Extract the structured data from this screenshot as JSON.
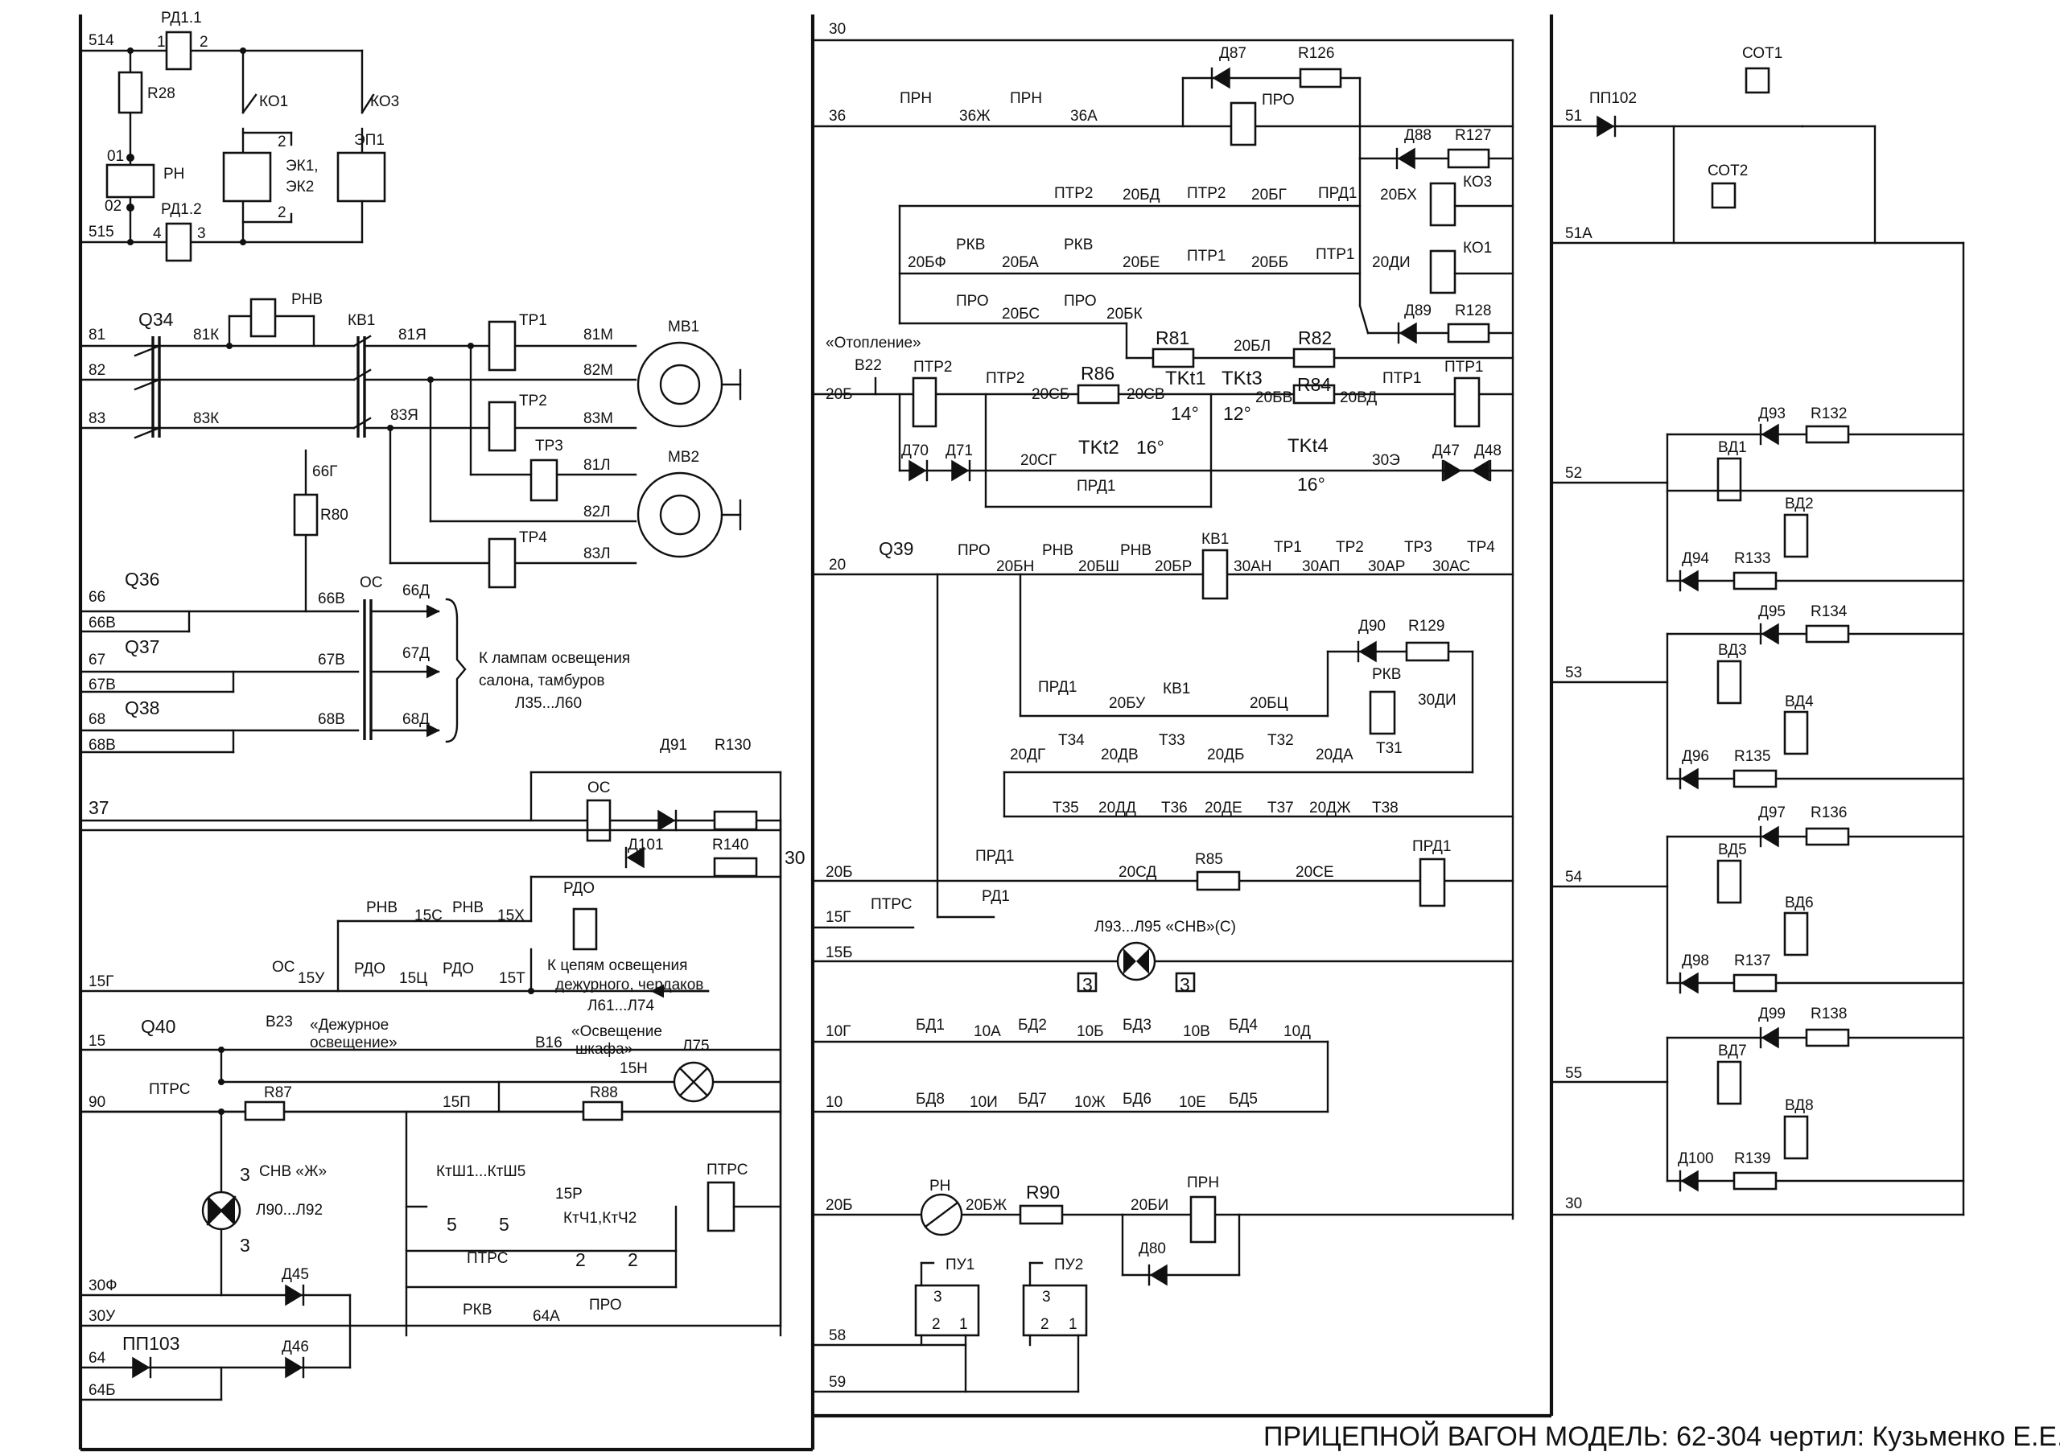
{
  "labels": {
    "n514": "514",
    "n515": "515",
    "rd11": "РД1.1",
    "rd12": "РД1.2",
    "p1": "1",
    "p2": "2",
    "p3": "3",
    "p4": "4",
    "r28": "R28",
    "rn": "РН",
    "p01": "01",
    "p02": "02",
    "ko1": "КО1",
    "ko3": "КО3",
    "ek": "ЭК1,",
    "ek2": "ЭК2",
    "ep1": "ЭП1",
    "pin2a": "2",
    "pin2b": "2",
    "n81": "81",
    "n82": "82",
    "n83": "83",
    "q34": "Q34",
    "n81k": "81К",
    "n83k": "83К",
    "rnv": "РНВ",
    "kv1": "КВ1",
    "n81ya": "81Я",
    "n83ya": "83Я",
    "tp1": "ТР1",
    "tp2": "ТР2",
    "tp3": "ТР3",
    "tp4": "ТР4",
    "n81m": "81М",
    "n82m": "82М",
    "n83m": "83М",
    "n81l": "81Л",
    "n82l": "82Л",
    "n83l": "83Л",
    "mv1": "МВ1",
    "mv2": "МВ2",
    "n66g": "66Г",
    "r80": "R80",
    "n66": "66",
    "n66v": "66В",
    "q36": "Q36",
    "n66v2": "66В",
    "os": "ОС",
    "n66d": "66Д",
    "n67": "67",
    "n67v": "67В",
    "q37": "Q37",
    "n67v2": "67В",
    "n67d": "67Д",
    "n68": "68",
    "n68v": "68В",
    "q38": "Q38",
    "n68v2": "68В",
    "n68d": "68Д",
    "lamps1": "К лампам освещения",
    "lamps2": "салона, тамбуров",
    "lamps3": "Л35...Л60",
    "n37": "37",
    "d91": "Д91",
    "r130": "R130",
    "os2": "ОС",
    "d101": "Д101",
    "r140": "R140",
    "n30": "30",
    "rnv1": "РНВ",
    "n15s": "15С",
    "rnv2": "РНВ",
    "n15x": "15Х",
    "rdo": "РДО",
    "n15g": "15Г",
    "os3": "ОС",
    "n15u": "15У",
    "rdo1": "РДО",
    "n15c": "15Ц",
    "rdo2": "РДО",
    "n15t": "15Т",
    "dej1": "К цепям освещения",
    "dej2": "дежурного, чердаков",
    "dej3": "Л61...Л74",
    "n15": "15",
    "q40": "Q40",
    "b23": "В23",
    "dejosv1": "«Дежурное",
    "dejosv2": "освещение»",
    "b16": "В16",
    "osvsh1": "«Освещение",
    "osvsh2": "шкафа»",
    "n15n": "15Н",
    "l75": "Л75",
    "n90": "90",
    "ptrs": "ПТРС",
    "r87": "R87",
    "n15p": "15П",
    "r88": "R88",
    "three1": "3",
    "snvzh": "СНВ «Ж»",
    "l90": "Л90...Л92",
    "three2": "3",
    "ktsh": "КтШ1...КтШ5",
    "n15r": "15Р",
    "ktch": "КтЧ1,КтЧ2",
    "ptrs2": "ПТРС",
    "ptrs3": "ПТРС",
    "s5a": "5",
    "s5b": "5",
    "s2a": "2",
    "s2b": "2",
    "n30f": "30Ф",
    "d45": "Д45",
    "n30u": "30У",
    "rkv": "РКВ",
    "n64a": "64А",
    "pro": "ПРО",
    "n64": "64",
    "pp103": "ПП103",
    "d46": "Д46",
    "n64b": "64Б",
    "c30": "30",
    "c36": "36",
    "prn1": "ПРН",
    "n36zh": "36Ж",
    "prn2": "ПРН",
    "n36a": "36А",
    "d87": "Д87",
    "r126": "R126",
    "pro2": "ПРО",
    "d88": "Д88",
    "r127": "R127",
    "ptr2a": "ПТР2",
    "n20bd": "20БД",
    "ptr2b": "ПТР2",
    "n20bg": "20БГ",
    "prd1a": "ПРД1",
    "n20bx": "20БХ",
    "ko3b": "КО3",
    "rkva": "РКВ",
    "rkvb": "РКВ",
    "n20bf": "20БФ",
    "n20ba": "20БА",
    "n20be": "20БЕ",
    "ptr1a": "ПТР1",
    "n20bb": "20ББ",
    "ptr1b": "ПТР1",
    "n20di": "20ДИ",
    "ko1b": "КО1",
    "proa": "ПРО",
    "prob": "ПРО",
    "n20bs": "20БС",
    "n20bk": "20БК",
    "d89": "Д89",
    "r128": "R128",
    "otopl": "«Отопление»",
    "b22": "В22",
    "n20b": "20Б",
    "r81": "R81",
    "n20bl": "20БЛ",
    "r82": "R82",
    "ptr2c": "ПТР2",
    "ptr2d": "ПТР2",
    "n20sb": "20СБ",
    "r86": "R86",
    "n20sv": "20СВ",
    "tkt1": "TKt1",
    "tkt3": "TKt3",
    "t14": "14°",
    "t12": "12°",
    "r84": "R84",
    "n20bv": "20БВ",
    "n20vd": "20ВД",
    "ptr1c": "ПТР1",
    "ptr1d": "ПТР1",
    "d70": "Д70",
    "d71": "Д71",
    "n20sg": "20СГ",
    "tkt2": "TKt2",
    "t16a": "16°",
    "prd1b": "ПРД1",
    "tkt4": "TKt4",
    "t16b": "16°",
    "n30e": "30Э",
    "d47": "Д47",
    "d48": "Д48",
    "n20": "20",
    "q39": "Q39",
    "pro3": "ПРО",
    "n20bn": "20БН",
    "rnv3": "РНВ",
    "n20bsh": "20БШ",
    "rnv4": "РНВ",
    "n20br": "20БР",
    "kv1b": "КВ1",
    "n30an": "30АН",
    "tp1b": "ТР1",
    "tp2b": "ТР2",
    "tp3b": "ТР3",
    "tp4b": "ТР4",
    "n30ap": "30АП",
    "n30ar": "30АР",
    "n30as": "30АС",
    "d90": "Д90",
    "r129": "R129",
    "rkvc": "РКВ",
    "n30di": "30ДИ",
    "prd1c": "ПРД1",
    "n20bu": "20БУ",
    "kv1c": "КВ1",
    "n20bc": "20БЦ",
    "t34": "Т34",
    "t33": "Т33",
    "t32": "Т32",
    "t31": "Т31",
    "n20dg": "20ДГ",
    "n20dv": "20ДВ",
    "n20db": "20ДБ",
    "n20da": "20ДА",
    "t35": "Т35",
    "t36": "Т36",
    "t37": "Т37",
    "t38": "Т38",
    "n20dd": "20ДД",
    "n20de": "20ДЕ",
    "n20dzh": "20ДЖ",
    "n20b2": "20Б",
    "prd1d": "ПРД1",
    "rd1": "РД1",
    "n20sd": "20СД",
    "r85": "R85",
    "n20se": "20СЕ",
    "prd1e": "ПРД1",
    "n15g2": "15Г",
    "ptrs4": "ПТРС",
    "l93": "Л93...Л95 «СНВ»(С)",
    "n15b": "15Б",
    "three3": "3",
    "three4": "3",
    "n10g": "10Г",
    "bd1": "БД1",
    "n10a": "10А",
    "bd2": "БД2",
    "n10b": "10Б",
    "bd3": "БД3",
    "n10v": "10В",
    "bd4": "БД4",
    "n10d": "10Д",
    "n10": "10",
    "bd8": "БД8",
    "n10i": "10И",
    "bd7": "БД7",
    "n10zh": "10Ж",
    "bd6": "БД6",
    "n10e": "10Е",
    "bd5": "БД5",
    "n20b3": "20Б",
    "rn2": "РН",
    "n20bzh": "20БЖ",
    "r90": "R90",
    "n20bi": "20БИ",
    "prn3": "ПРН",
    "d80": "Д80",
    "pu1": "ПУ1",
    "pu2": "ПУ2",
    "pu3a": "3",
    "pu2a": "2",
    "pu1a": "1",
    "pu3b": "3",
    "pu2b": "2",
    "pu1b": "1",
    "n58": "58",
    "n59": "59",
    "n51": "51",
    "pp102": "ПП102",
    "sot1": "СОТ1",
    "sot2": "СОТ2",
    "n51a": "51А",
    "n52": "52",
    "d93": "Д93",
    "r132": "R132",
    "vd1": "ВД1",
    "vd2": "ВД2",
    "d94": "Д94",
    "r133": "R133",
    "n53": "53",
    "d95": "Д95",
    "r134": "R134",
    "vd3": "ВД3",
    "vd4": "ВД4",
    "d96": "Д96",
    "r135": "R135",
    "n54": "54",
    "d97": "Д97",
    "r136": "R136",
    "vd5": "ВД5",
    "vd6": "ВД6",
    "d98": "Д98",
    "r137": "R137",
    "n55": "55",
    "d99": "Д99",
    "r138": "R138",
    "vd7": "ВД7",
    "vd8": "ВД8",
    "d100": "Д100",
    "r139": "R139",
    "n30r": "30"
  },
  "title": "ПРИЦЕПНОЙ ВАГОН МОДЕЛЬ: 62-304 чертил: Кузьменко Е.Е."
}
